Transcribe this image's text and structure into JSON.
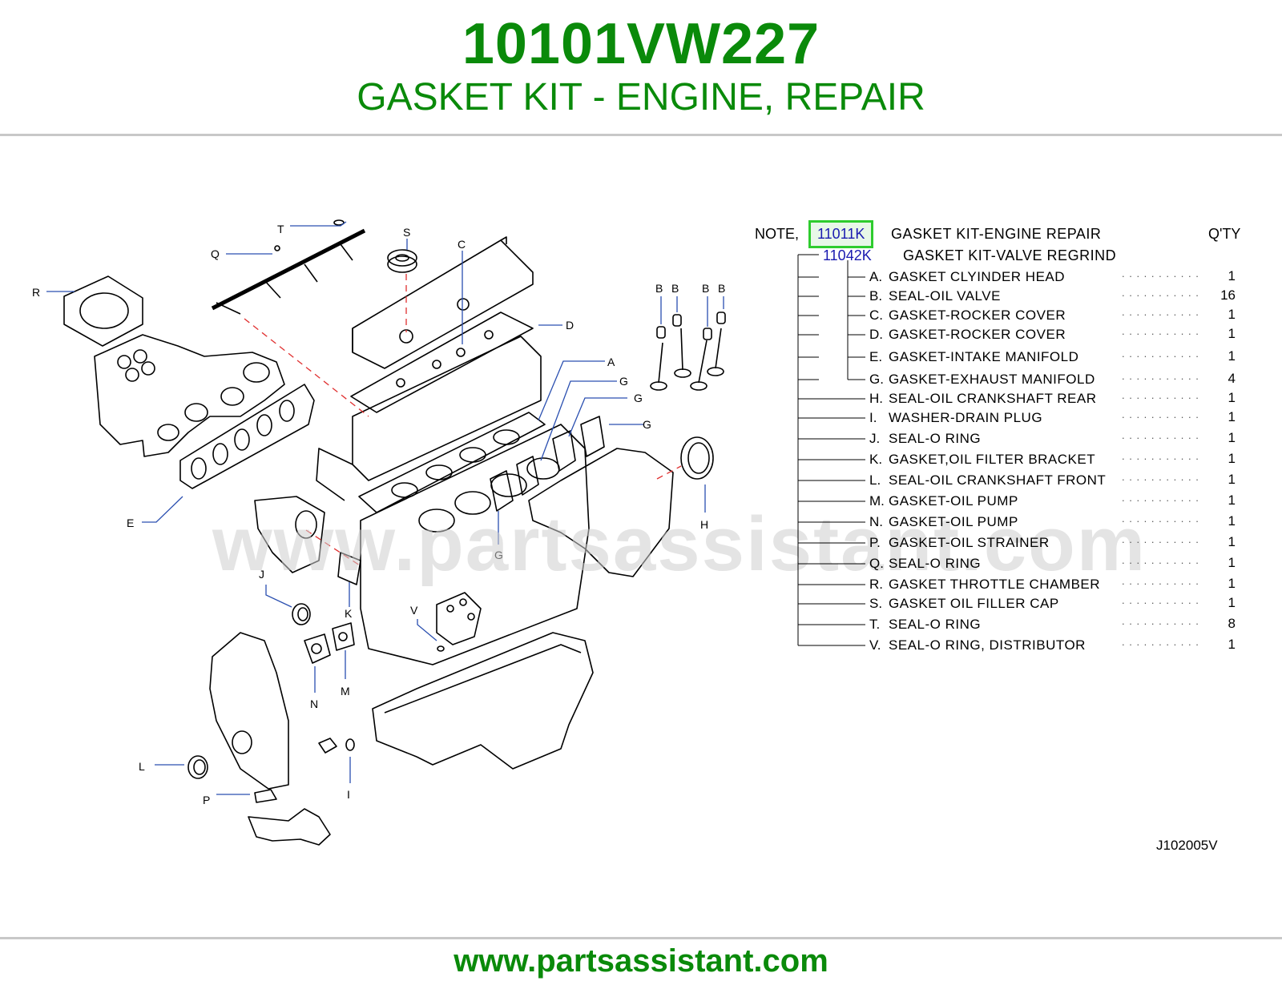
{
  "header": {
    "part_number": "10101VW227",
    "description": "GASKET KIT - ENGINE, REPAIR"
  },
  "parts_list": {
    "note_label": "NOTE,",
    "kit_code": "11011K",
    "kit_name": "GASKET  KIT-ENGINE  REPAIR",
    "qty_header": "Q'TY",
    "sub_kit_code": "11042K",
    "sub_kit_name": "GASKET  KIT-VALVE  REGRIND",
    "items": [
      {
        "letter": "A.",
        "name": "GASKET  CLYINDER  HEAD",
        "qty": "1"
      },
      {
        "letter": "B.",
        "name": "SEAL-OIL  VALVE",
        "qty": "16"
      },
      {
        "letter": "C.",
        "name": "GASKET-ROCKER  COVER",
        "qty": "1"
      },
      {
        "letter": "D.",
        "name": "GASKET-ROCKER  COVER",
        "qty": "1"
      },
      {
        "letter": "E.",
        "name": "GASKET-INTAKE  MANIFOLD",
        "qty": "1"
      },
      {
        "letter": "G.",
        "name": "GASKET-EXHAUST  MANIFOLD",
        "qty": "4"
      },
      {
        "letter": "H.",
        "name": "SEAL-OIL  CRANKSHAFT  REAR",
        "qty": "1"
      },
      {
        "letter": "I.",
        "name": " WASHER-DRAIN  PLUG",
        "qty": "1"
      },
      {
        "letter": "J.",
        "name": "SEAL-O  RING",
        "qty": "1"
      },
      {
        "letter": "K.",
        "name": "GASKET,OIL  FILTER  BRACKET",
        "qty": "1"
      },
      {
        "letter": "L.",
        "name": "SEAL-OIL  CRANKSHAFT  FRONT",
        "qty": "1"
      },
      {
        "letter": "M.",
        "name": "GASKET-OIL  PUMP",
        "qty": "1"
      },
      {
        "letter": "N.",
        "name": "GASKET-OIL  PUMP",
        "qty": "1"
      },
      {
        "letter": "P.",
        "name": "GASKET-OIL  STRAINER",
        "qty": "1"
      },
      {
        "letter": "Q.",
        "name": "SEAL-O  RING",
        "qty": "1"
      },
      {
        "letter": "R.",
        "name": "GASKET  THROTTLE  CHAMBER",
        "qty": "1"
      },
      {
        "letter": "S.",
        "name": "GASKET  OIL  FILLER  CAP",
        "qty": "1"
      },
      {
        "letter": "T.",
        "name": "SEAL-O  RING",
        "qty": "8"
      },
      {
        "letter": "V.",
        "name": "SEAL-O  RING,  DISTRIBUTOR",
        "qty": "1"
      }
    ]
  },
  "diagram": {
    "callouts": [
      "T",
      "S",
      "C",
      "Q",
      "R",
      "D",
      "A",
      "G",
      "G",
      "G",
      "B",
      "B",
      "B",
      "B",
      "E",
      "H",
      "J",
      "K",
      "G",
      "V",
      "N",
      "M",
      "L",
      "I",
      "P"
    ],
    "diagram_code": "J102005V",
    "watermark": "www.partsassistant.com"
  },
  "footer": {
    "url": "www.partsassistant.com"
  },
  "colors": {
    "brand_green": "#0a8a0a",
    "kit_code_blue": "#1a1ab0",
    "highlight_border": "#2ecc2e",
    "leader_blue": "#2a4fb0"
  }
}
